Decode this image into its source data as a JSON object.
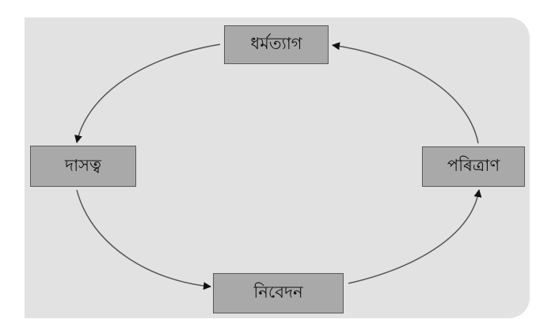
{
  "nodes": {
    "top": "ধৰ্মত্যাগ",
    "left": "দাসত্ব",
    "bottom": "নিবেদন",
    "right": "পৰিত্ৰাণ"
  },
  "edges": [
    {
      "from": "top",
      "to": "left"
    },
    {
      "from": "left",
      "to": "bottom"
    },
    {
      "from": "bottom",
      "to": "right"
    },
    {
      "from": "right",
      "to": "top"
    }
  ],
  "colors": {
    "background_panel": "#e2e2e2",
    "node_fill": "#a9a9a9",
    "node_border": "#5a5a5a",
    "arrow": "#555555",
    "arrow_head": "#111111"
  }
}
